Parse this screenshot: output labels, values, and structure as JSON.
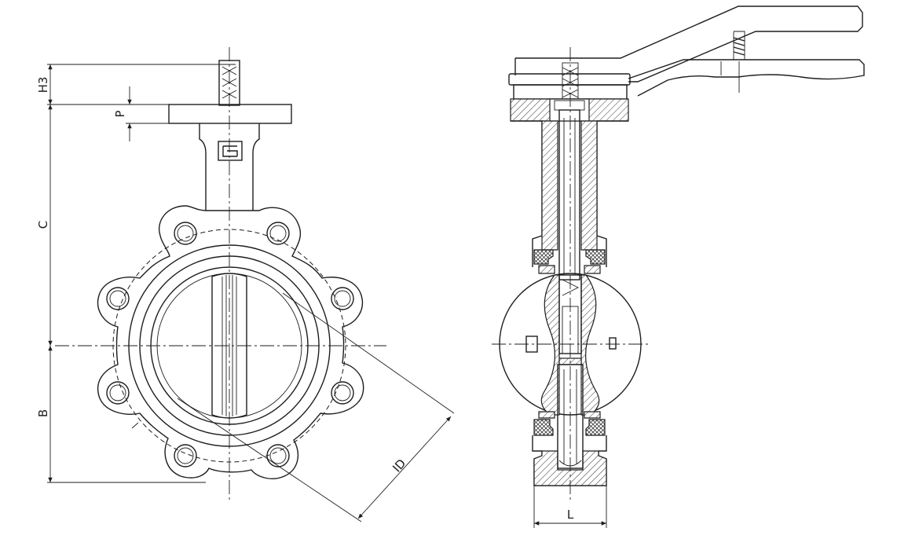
{
  "dimensions": {
    "h3": "H3",
    "p": "P",
    "c": "C",
    "b": "B",
    "id": "ID",
    "l": "L"
  },
  "icons": {
    "logo": "manufacturer-logo"
  }
}
